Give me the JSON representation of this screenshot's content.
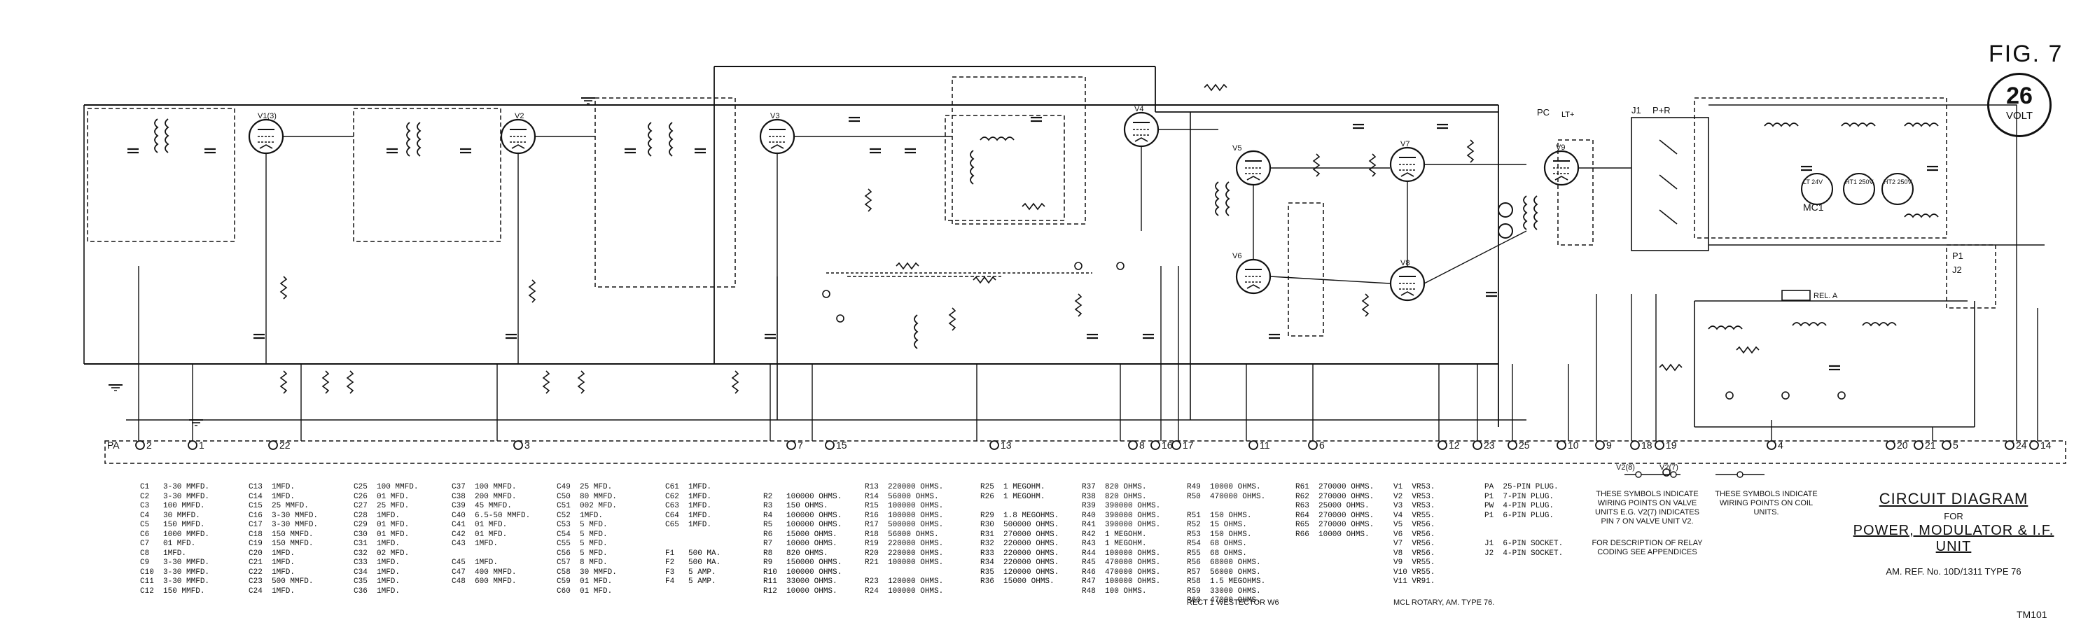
{
  "figure": {
    "label": "FIG. 7",
    "badge_number": "26",
    "badge_unit": "VOLT"
  },
  "title_block": {
    "line1": "CIRCUIT  DIAGRAM",
    "line2": "FOR",
    "line3": "POWER, MODULATOR & I.F. UNIT",
    "line4": "AM. REF. No. 10D/1311    TYPE 76"
  },
  "drawing_no": "TM101",
  "bus": {
    "left_label": "PA",
    "pins": [
      "2",
      "1",
      "22",
      "3",
      "7",
      "15",
      "13",
      "8",
      "16",
      "17",
      "11",
      "6",
      "12",
      "23",
      "25",
      "10",
      "9",
      "18",
      "19",
      "4",
      "20",
      "21",
      "5",
      "24",
      "14"
    ]
  },
  "tubes": [
    "V1(3)",
    "V2",
    "V3",
    "V4",
    "V5",
    "V6",
    "V7",
    "V8",
    "V9"
  ],
  "components": {
    "capacitors_a": [
      "C1   3-30 MMFD.",
      "C2   3-30 MMFD.",
      "C3   100 MMFD.",
      "C4   30 MMFD.",
      "C5   150 MMFD.",
      "C6   1000 MMFD.",
      "C7   01 MFD.",
      "C8   1MFD.",
      "C9   3-30 MMFD.",
      "C10  3-30 MMFD.",
      "C11  3-30 MMFD.",
      "C12  150 MMFD."
    ],
    "capacitors_b": [
      "C13  1MFD.",
      "C14  1MFD.",
      "C15  25 MMFD.",
      "C16  3-30 MMFD.",
      "C17  3-30 MMFD.",
      "C18  150 MMFD.",
      "C19  150 MMFD.",
      "C20  1MFD.",
      "C21  1MFD.",
      "C22  1MFD.",
      "C23  500 MMFD.",
      "C24  1MFD."
    ],
    "capacitors_c": [
      "C25  100 MMFD.",
      "C26  01 MFD.",
      "C27  25 MFD.",
      "C28  1MFD.",
      "C29  01 MFD.",
      "C30  01 MFD.",
      "C31  1MFD.",
      "C32  02 MFD.",
      "C33  1MFD.",
      "C34  1MFD.",
      "C35  1MFD.",
      "C36  1MFD."
    ],
    "capacitors_d": [
      "C37  100 MMFD.",
      "C38  200 MMFD.",
      "C39  45 MMFD.",
      "C40  6.5-50 MMFD.",
      "C41  01 MFD.",
      "C42  01 MFD.",
      "C43  1MFD.",
      "",
      "C45  1MFD.",
      "C47  400 MMFD.",
      "C48  600 MMFD."
    ],
    "capacitors_e": [
      "C49  25 MFD.",
      "C50  80 MMFD.",
      "C51  002 MFD.",
      "C52  1MFD.",
      "C53  5 MFD.",
      "C54  5 MFD.",
      "C55  5 MFD.",
      "C56  5 MFD.",
      "C57  8 MFD.",
      "C58  30 MMFD.",
      "C59  01 MFD.",
      "C60  01 MFD."
    ],
    "capacitors_f": [
      "C61  1MFD.",
      "C62  1MFD.",
      "C63  1MFD.",
      "C64  1MFD.",
      "C65  1MFD.",
      "",
      "",
      "F1   500 MA.",
      "F2   500 MA.",
      "F3   5 AMP.",
      "F4   5 AMP."
    ],
    "resistors_a": [
      "",
      "R2   100000 OHMS.",
      "R3   150 OHMS.",
      "R4   100000 OHMS.",
      "R5   100000 OHMS.",
      "R6   15000 OHMS.",
      "R7   10000 OHMS.",
      "R8   820 OHMS.",
      "R9   150000 OHMS.",
      "R10  100000 OHMS.",
      "R11  33000 OHMS.",
      "R12  10000 OHMS."
    ],
    "resistors_b": [
      "R13  220000 OHMS.",
      "R14  56000 OHMS.",
      "R15  100000 OHMS.",
      "R16  100000 OHMS.",
      "R17  500000 OHMS.",
      "R18  56000 OHMS.",
      "R19  220000 OHMS.",
      "R20  220000 OHMS.",
      "R21  100000 OHMS.",
      "",
      "R23  120000 OHMS.",
      "R24  100000 OHMS."
    ],
    "resistors_c": [
      "R25  1 MEGOHM.",
      "R26  1 MEGOHM.",
      "",
      "R29  1.8 MEGOHMS.",
      "R30  500000 OHMS.",
      "R31  270000 OHMS.",
      "R32  220000 OHMS.",
      "R33  220000 OHMS.",
      "R34  220000 OHMS.",
      "R35  120000 OHMS.",
      "R36  15000 OHMS."
    ],
    "resistors_d": [
      "R37  820 OHMS.",
      "R38  820 OHMS.",
      "R39  390000 OHMS.",
      "R40  390000 OHMS.",
      "R41  390000 OHMS.",
      "R42  1 MEGOHM.",
      "R43  1 MEGOHM.",
      "R44  100000 OHMS.",
      "R45  470000 OHMS.",
      "R46  470000 OHMS.",
      "R47  100000 OHMS.",
      "R48  100 OHMS."
    ],
    "resistors_e": [
      "R49  10000 OHMS.",
      "R50  470000 OHMS.",
      "",
      "R51  150 OHMS.",
      "R52  15 OHMS.",
      "R53  150 OHMS.",
      "R54  68 OHMS.",
      "R55  68 OHMS.",
      "R56  68000 OHMS.",
      "R57  56000 OHMS.",
      "R58  1.5 MEGOHMS.",
      "R59  33000 OHMS.",
      "R60  47000 OHMS."
    ],
    "resistors_f": [
      "R61  270000 OHMS.",
      "R62  270000 OHMS.",
      "R63  25000 OHMS.",
      "R64  270000 OHMS.",
      "R65  270000 OHMS.",
      "R66  10000 OHMS."
    ],
    "valves": [
      "V1  VR53.",
      "V2  VR53.",
      "V3  VR53.",
      "V4  VR55.",
      "V5  VR56.",
      "V6  VR56.",
      "V7  VR56.",
      "V8  VR56.",
      "V9  VR55.",
      "V10 VR55.",
      "V11 VR91."
    ],
    "plugs": [
      "PA  25-PIN PLUG.",
      "P1  7-PIN PLUG.",
      "PW  4-PIN PLUG.",
      "P1  6-PIN PLUG.",
      "",
      "",
      "J1  6-PIN SOCKET.",
      "J2  4-PIN SOCKET."
    ],
    "rectifier": "RECT 1  WESTECTOR  W6",
    "rotary": "MCL ROTARY, AM. TYPE 76."
  },
  "notes": {
    "valve_note": "THESE SYMBOLS INDICATE WIRING POINTS ON VALVE UNITS E.G. V2(7) INDICATES PIN 7 ON VALVE UNIT V2.",
    "coil_note": "THESE SYMBOLS INDICATE WIRING POINTS ON COIL UNITS.",
    "relay_note": "FOR DESCRIPTION OF RELAY CODING SEE APPENDICES",
    "sym1": "V2(8)",
    "sym2": "V2(7)"
  },
  "labels": {
    "pc": "PC",
    "lt": "LT+",
    "j1": "J1",
    "pr": "P+R",
    "p1": "P1",
    "j2": "J2",
    "mc1": "MC1",
    "lt24": "LT 24V",
    "ht1": "HT1 250V",
    "ht2": "HT2 250V",
    "rel": "REL. A"
  }
}
